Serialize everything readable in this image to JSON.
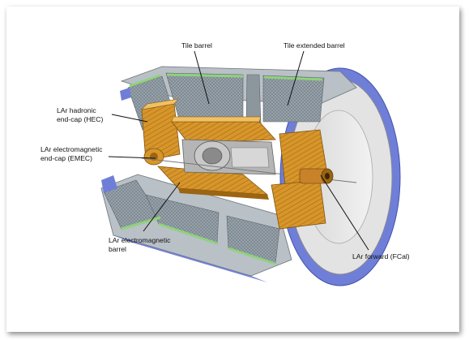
{
  "labels": {
    "tile_barrel": "Tile barrel",
    "tile_extended_barrel": "Tile extended barrel",
    "lar_hadronic_endcap": "LAr hadronic\nend-cap (HEC)",
    "lar_em_endcap": "LAr electromagnetic\nend-cap (EMEC)",
    "lar_em_barrel": "LAr electromagnetic\nbarrel",
    "lar_forward": "LAr forward (FCal)"
  },
  "colors": {
    "tile": "#9aa5ad",
    "tile_dark": "#6f7a82",
    "tile_green": "#8fd27c",
    "lar": "#d8962a",
    "lar_dark": "#9b6512",
    "lar_light": "#f0c062",
    "blue_ring": "#6f7fd8",
    "inner_grey": "#c9c9c9",
    "frame_shadow": "#5a5a5a"
  }
}
